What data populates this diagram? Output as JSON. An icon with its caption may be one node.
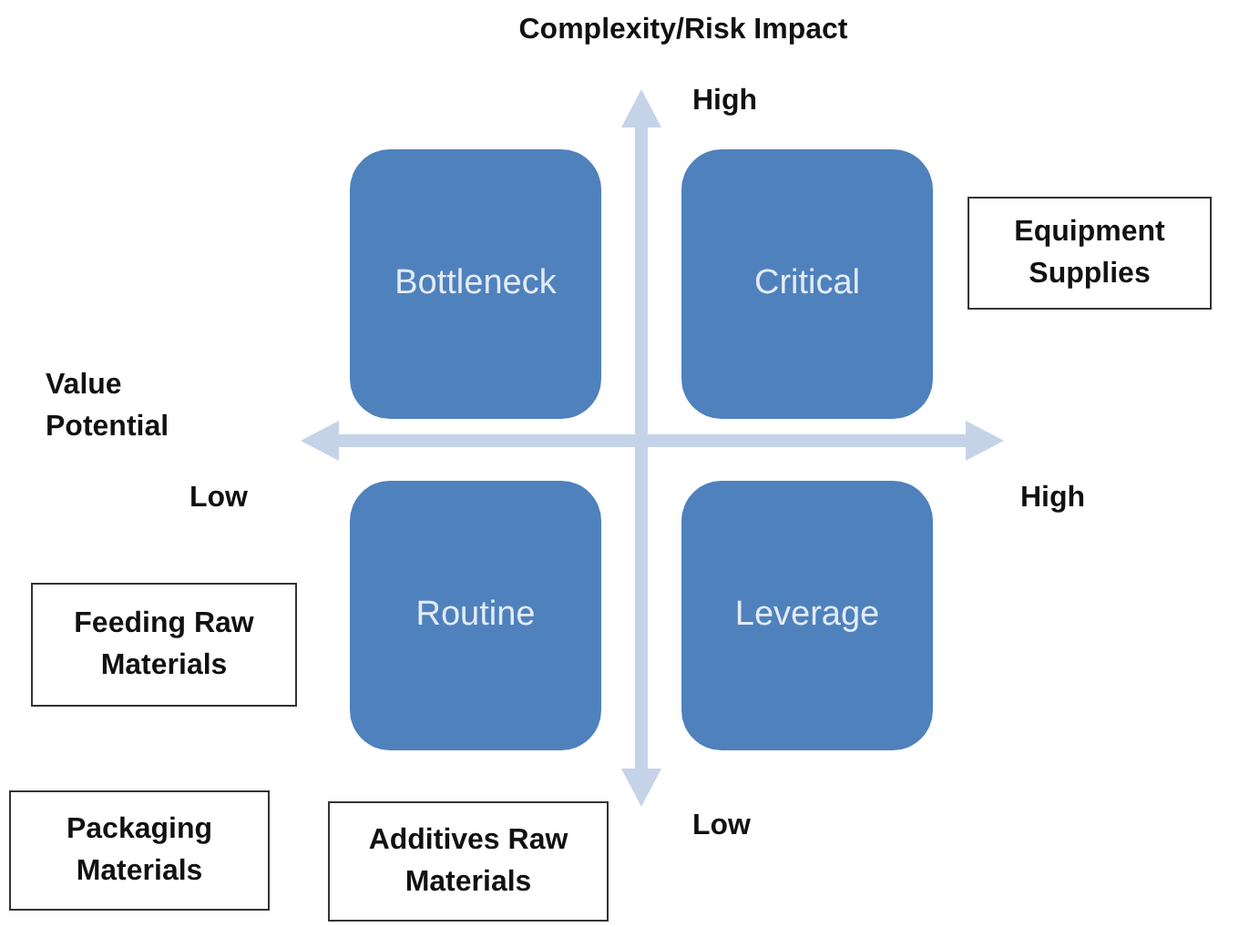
{
  "diagram": {
    "nodes": [
      {
        "text": [
          "Bottleneck"
        ]
      },
      {
        "text": [
          "Critical"
        ]
      },
      {
        "text": [
          "Equipment Supplies"
        ]
      },
      {
        "text": [
          "Routine"
        ]
      },
      {
        "text": [
          "Leverage"
        ]
      },
      {
        "text": [
          "Feeding Raw Materials"
        ]
      },
      {
        "text": [
          "Packaging Materials"
        ]
      },
      {
        "text": [
          "Additives Raw Materials"
        ]
      }
    ],
    "labels": [
      "Complexity/Risk Impact",
      "High",
      "Value Potential",
      "Low",
      "High",
      "Low"
    ]
  }
}
